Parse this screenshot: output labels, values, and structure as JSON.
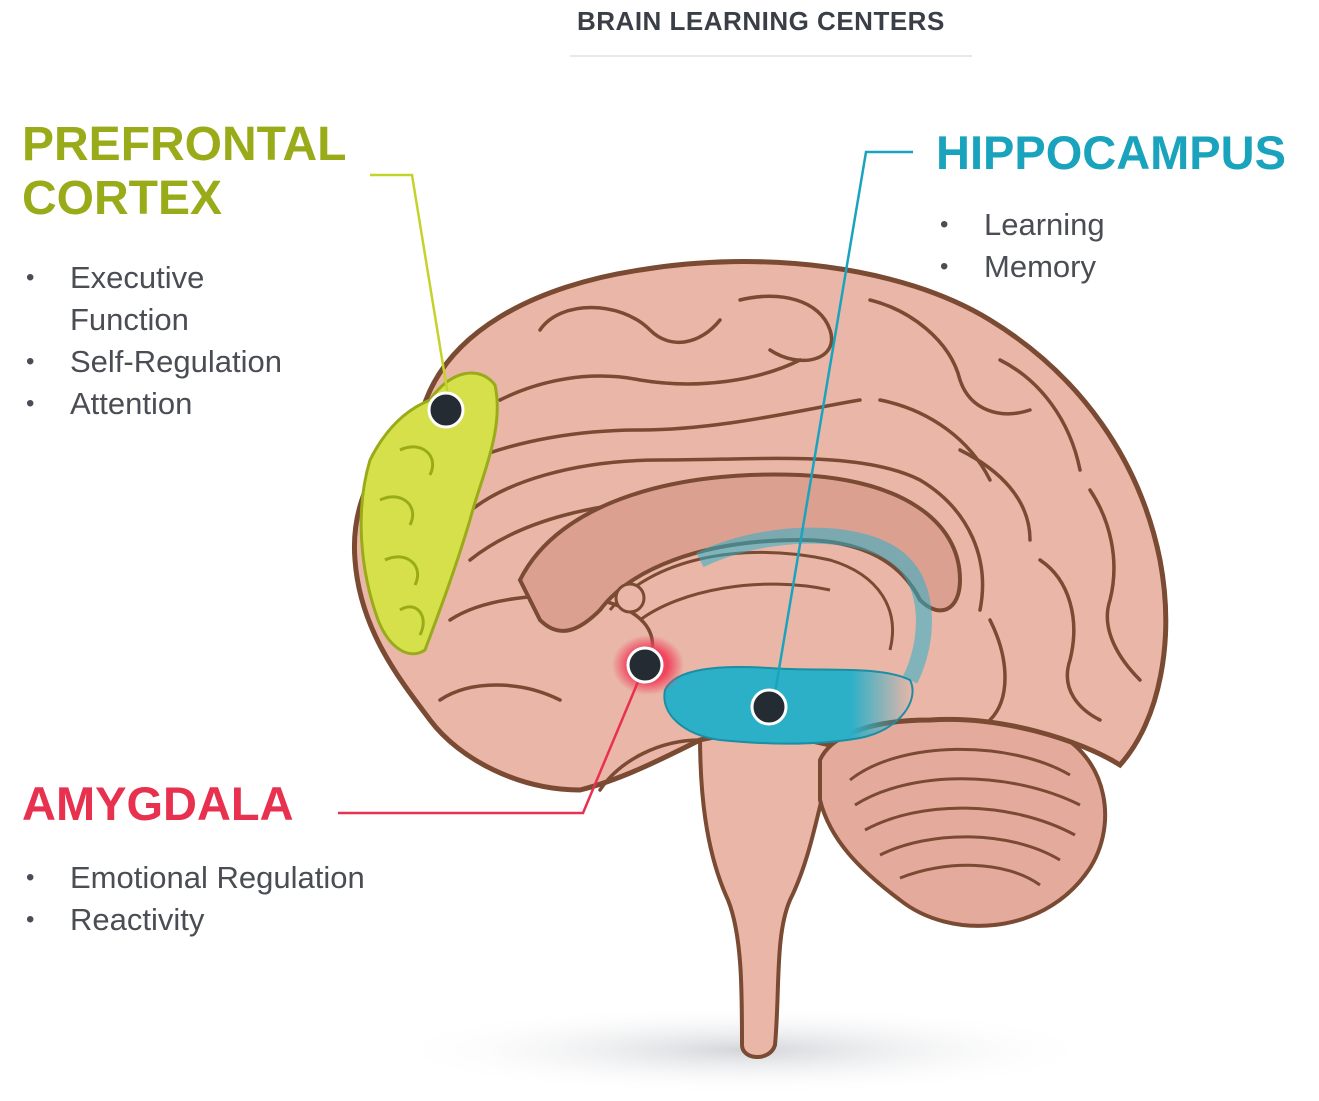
{
  "title": "BRAIN LEARNING CENTERS",
  "regions": {
    "prefrontal": {
      "title_line1": "PREFRONTAL",
      "title_line2": "CORTEX",
      "color": "#9aab1a",
      "items": [
        "Executive Function",
        "Self-Regulation",
        "Attention"
      ]
    },
    "hippocampus": {
      "title": "HIPPOCAMPUS",
      "color": "#1aa3bd",
      "items": [
        "Learning",
        "Memory"
      ]
    },
    "amygdala": {
      "title": "AMYGDALA",
      "color": "#e8304f",
      "items": [
        "Emotional Regulation",
        "Reactivity"
      ]
    }
  },
  "colors": {
    "brain_fill": "#e9b6a8",
    "brain_outline": "#7a4a33",
    "marker": "#252b33"
  }
}
